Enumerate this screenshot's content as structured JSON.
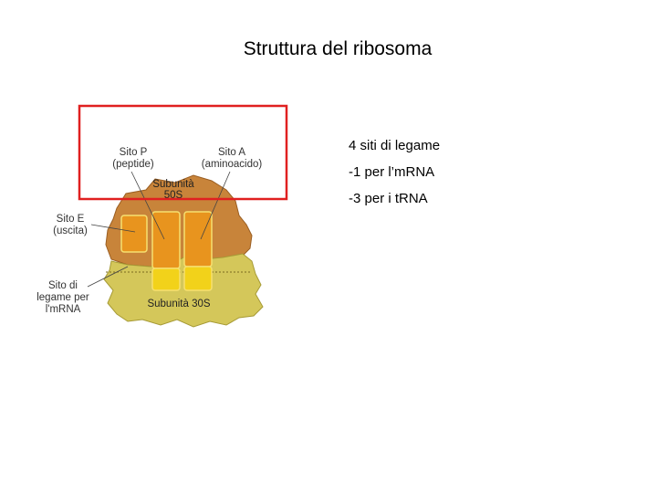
{
  "slide": {
    "title": "Struttura del ribosoma",
    "bullets": [
      "4 siti di legame",
      "-1 per l’mRNA",
      "-3 per i tRNA"
    ]
  },
  "diagram": {
    "labels": {
      "site_p_line1": "Sito P",
      "site_p_line2": "(peptide)",
      "site_a_line1": "Sito A",
      "site_a_line2": "(aminoacido)",
      "large_subunit_line1": "Subunità",
      "large_subunit_line2": "50S",
      "site_e_line1": "Sito E",
      "site_e_line2": "(uscita)",
      "mrna_site_line1": "Sito di",
      "mrna_site_line2": "legame per",
      "mrna_site_line3": "l'mRNA",
      "small_subunit": "Subunità 30S"
    },
    "colors": {
      "large_subunit": "#c8843a",
      "small_subunit": "#d4c75a",
      "site_fill_orange": "#e8941e",
      "site_fill_yellow": "#f2d21a",
      "highlight_box": "#e02020"
    }
  }
}
